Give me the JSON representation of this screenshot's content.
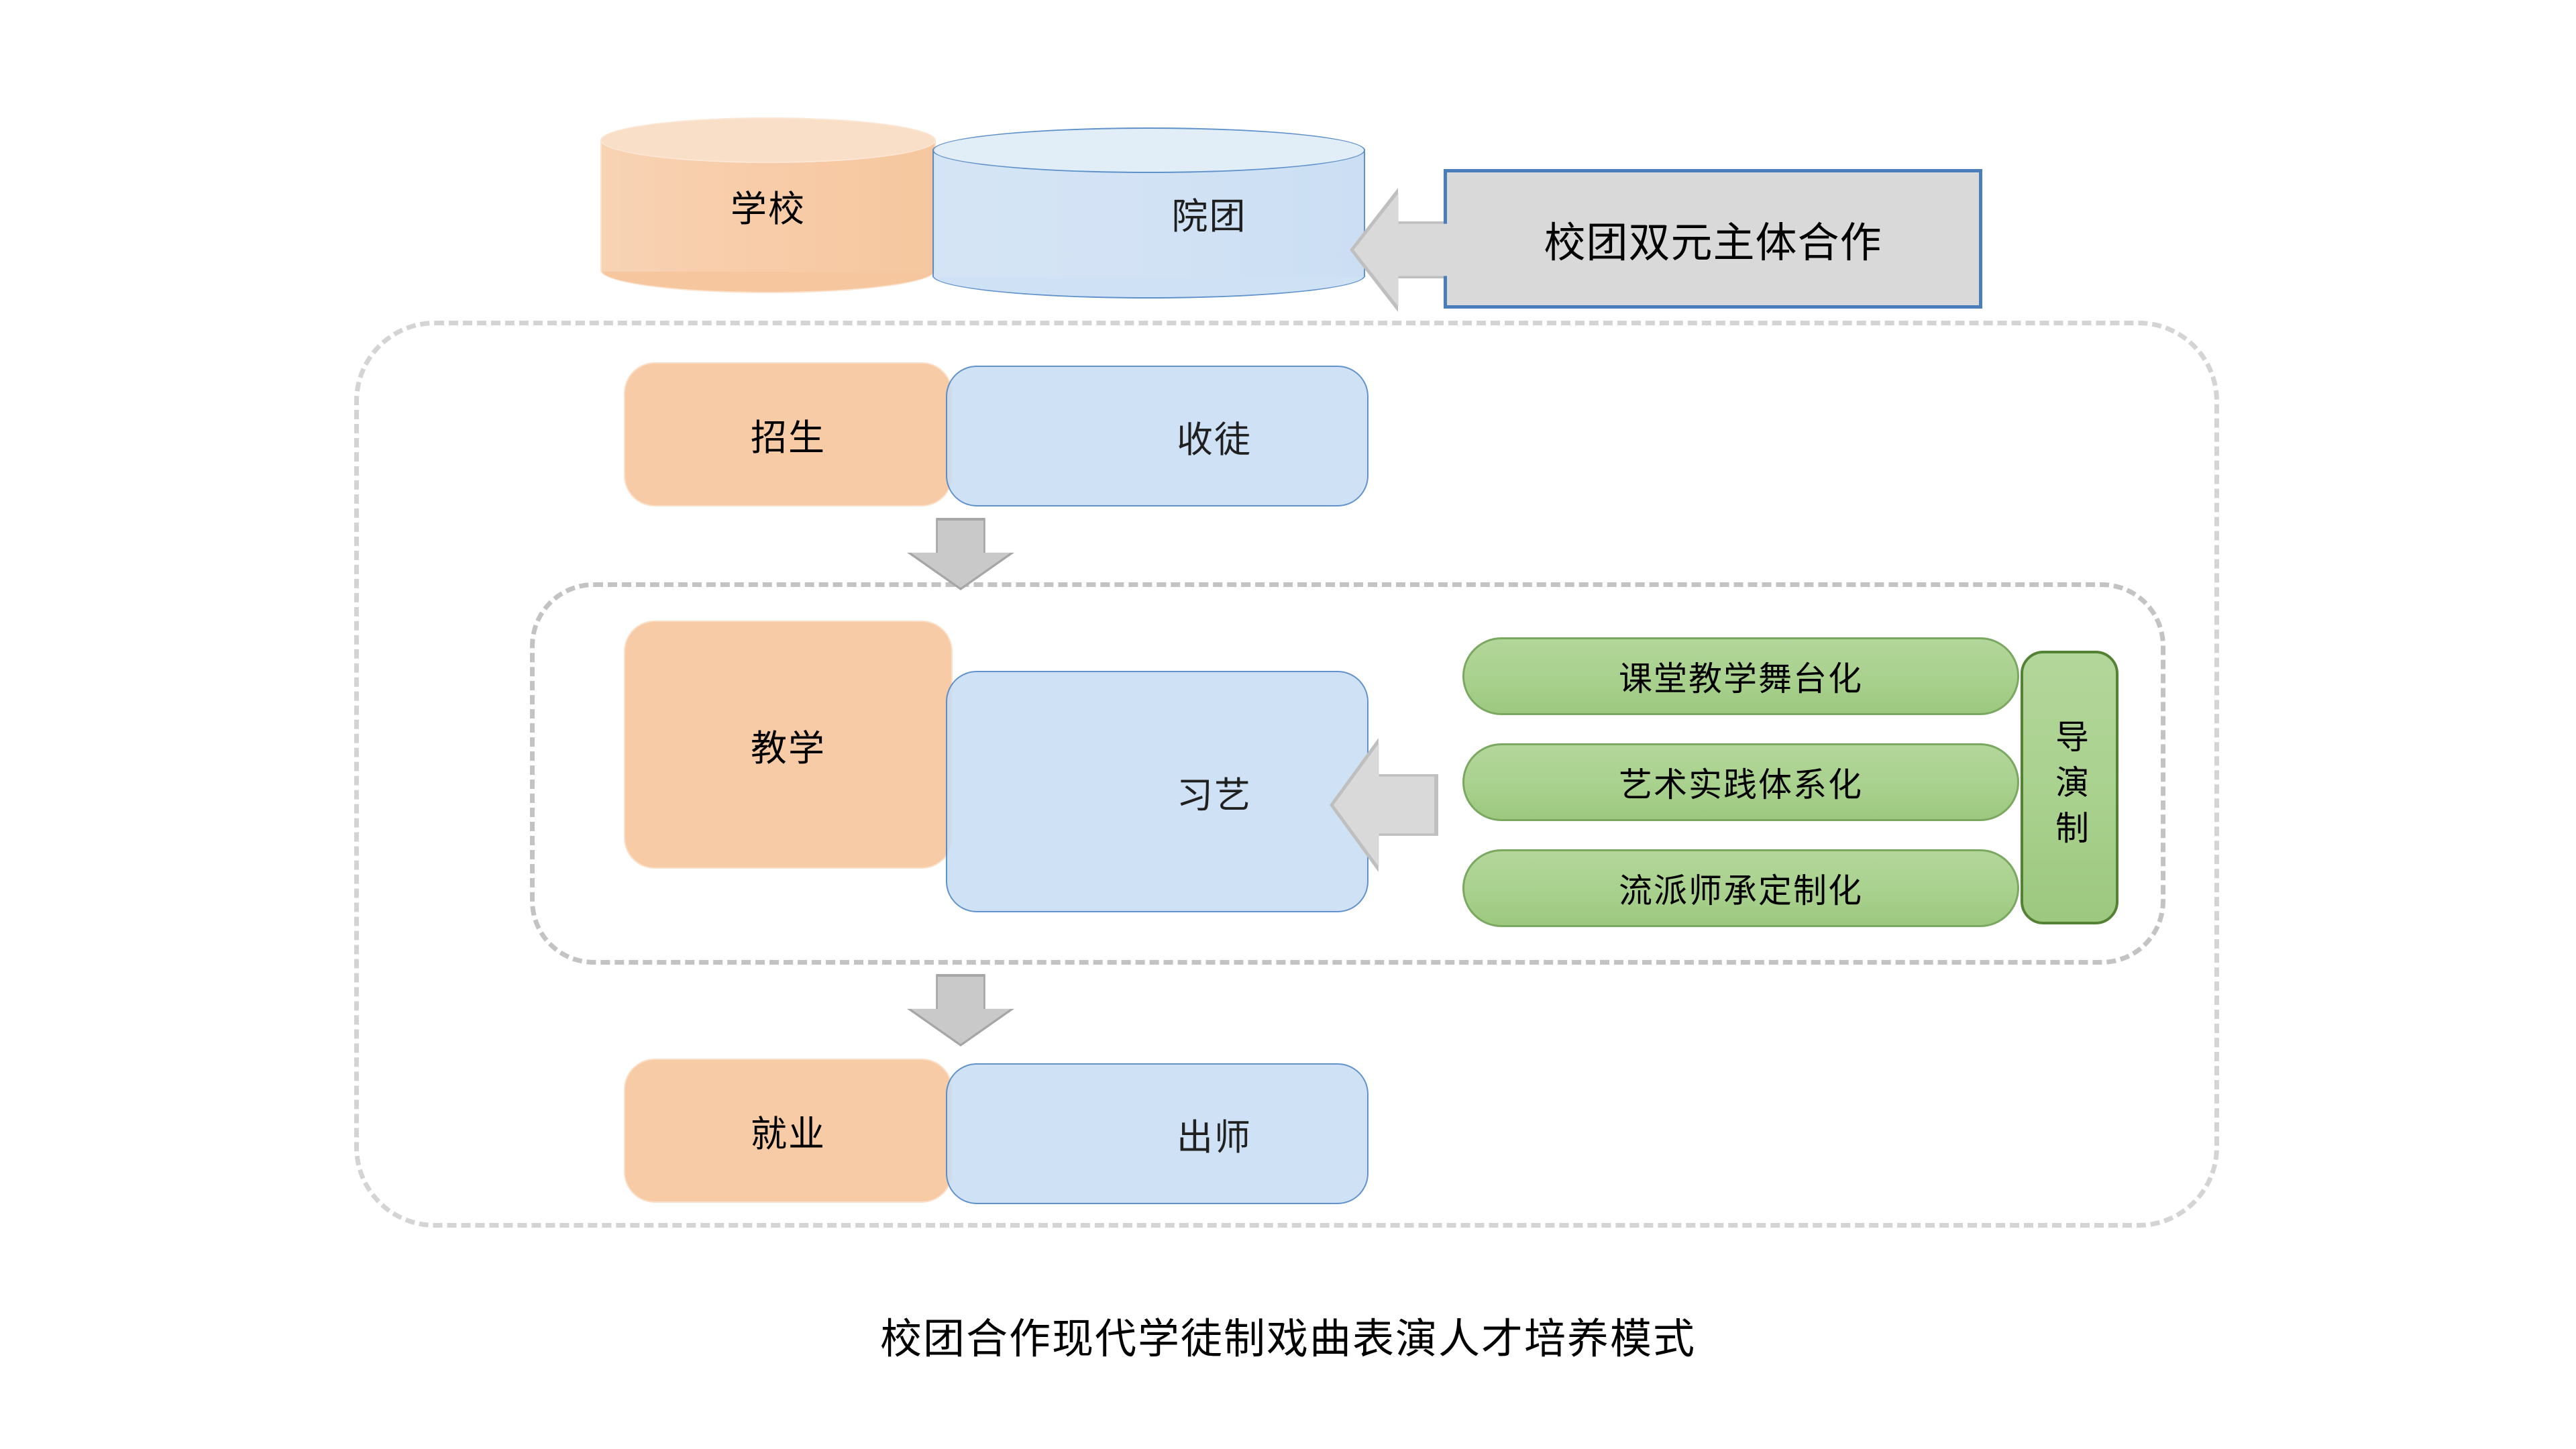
{
  "diagram": {
    "caption": "校团合作现代学徒制戏曲表演人才培养模式",
    "colors": {
      "orange_fill": "#f7cba6",
      "blue_fill": "#c9ddf3",
      "blue_stroke": "#4a83c4",
      "green_fill": "#a9d18e",
      "green_stroke": "#548235",
      "gray_fill": "#d9d9d9",
      "gray_stroke": "#4a7ebb",
      "dashed_stroke": "#d4d4d4",
      "arrow_fill": "#d9d9d9"
    },
    "top_row": {
      "left_cylinder": "学校",
      "right_cylinder": "院团",
      "callout": "校团双元主体合作",
      "arrow": "left-arrow"
    },
    "stages": [
      {
        "left": "招生",
        "right": "收徒"
      },
      {
        "left": "教学",
        "right": "习艺"
      },
      {
        "left": "就业",
        "right": "出师"
      }
    ],
    "methods": [
      "课堂教学舞台化",
      "艺术实践体系化",
      "流派师承定制化"
    ],
    "method_system": "导演制",
    "connectors": [
      "down-arrow",
      "down-arrow",
      "left-arrow"
    ],
    "frames": {
      "outer": "outer-dashed-group",
      "inner": "inner-dashed-group"
    }
  }
}
